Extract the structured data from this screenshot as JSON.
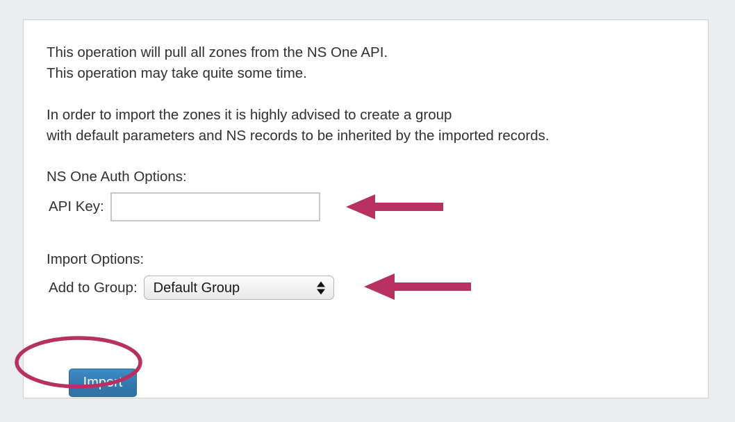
{
  "panel": {
    "intro_lines": [
      "This operation will pull all zones from the NS One API.",
      "This operation may take quite some time."
    ],
    "advisory_lines": [
      "In order to import the zones it is highly advised to create a group",
      "with default parameters and NS records to be inherited by the imported records."
    ],
    "auth_section": {
      "heading": "NS One Auth Options:",
      "api_key": {
        "label": "API Key:",
        "value": "",
        "placeholder": ""
      }
    },
    "import_section": {
      "heading": "Import Options:",
      "add_to_group": {
        "label": "Add to Group:",
        "selected": "Default Group",
        "options": [
          "Default Group"
        ]
      }
    },
    "submit": {
      "label": "Import"
    }
  },
  "annotations": {
    "accent_color": "#b8305f",
    "arrow_api_key": "arrow-pointing-to-api-key-field",
    "arrow_add_to_group": "arrow-pointing-to-add-to-group-select",
    "ellipse_import": "ellipse-highlighting-import-button"
  },
  "colors": {
    "page_background": "#e9edef",
    "panel_background": "#ffffff",
    "panel_border": "#cfcfcf",
    "text": "#2e3033",
    "button_blue": "#337ab0",
    "annotation_crimson": "#b8305f"
  }
}
